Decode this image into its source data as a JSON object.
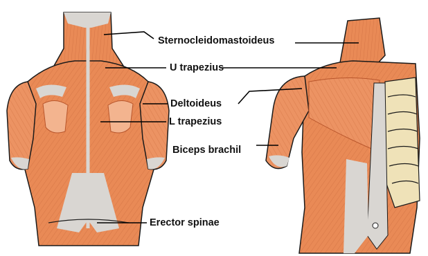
{
  "colors": {
    "muscle": "#e98a56",
    "muscle_light": "#f3b48f",
    "muscle_dark": "#b8552b",
    "tendon": "#d9d6d2",
    "bone": "#efe2b8",
    "outline": "#1a1a1a",
    "leader_line": "#000000"
  },
  "labels": [
    {
      "id": "sternocleidomastoideus",
      "text": "Sternocleidomastoideus"
    },
    {
      "id": "u-trapezius",
      "text": "U trapezius"
    },
    {
      "id": "deltoideus",
      "text": "Deltoideus"
    },
    {
      "id": "l-trapezius",
      "text": "L trapezius"
    },
    {
      "id": "biceps-brachii",
      "text": "Biceps brachil"
    },
    {
      "id": "erector-spinae",
      "text": "Erector spinae"
    }
  ]
}
